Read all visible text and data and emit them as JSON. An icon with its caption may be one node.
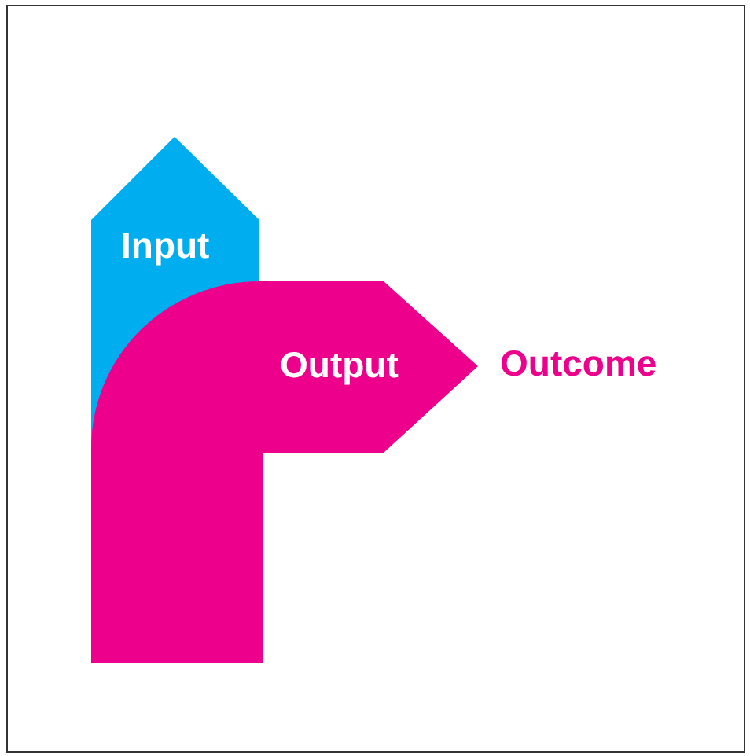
{
  "diagram": {
    "nodes": [
      {
        "text": [
          "Input"
        ]
      },
      {
        "text": [
          "Output"
        ]
      },
      {
        "text": [
          "Outcome"
        ]
      }
    ]
  }
}
